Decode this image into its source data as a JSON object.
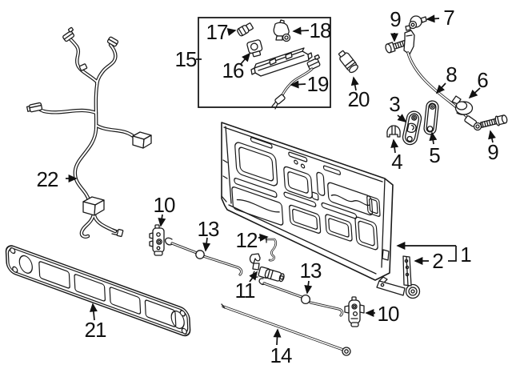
{
  "canvas": {
    "background": "#ffffff",
    "line_color": "#1a1a1a",
    "text_color": "#111111"
  },
  "callouts": {
    "c1": "1",
    "c2": "2",
    "c3": "3",
    "c4": "4",
    "c5": "5",
    "c6": "6",
    "c7": "7",
    "c8": "8",
    "c9_top": "9",
    "c9_right": "9",
    "c10_left": "10",
    "c10_right": "10",
    "c11": "11",
    "c12": "12",
    "c13_left": "13",
    "c13_right": "13",
    "c14": "14",
    "c15": "15",
    "c16": "16",
    "c17": "17",
    "c18": "18",
    "c19": "19",
    "c20": "20",
    "c21": "21",
    "c22": "22"
  },
  "parts": {
    "1": "tailgate-inner-panel",
    "2": "hinge-bracket",
    "3": "striker-plate",
    "4": "retainer-clip",
    "5": "check-link",
    "6": "rubber-bumper",
    "7": "push-nut",
    "8": "support-cable",
    "9": "hex-bolt",
    "10": "latch-assembly",
    "11": "lock-actuator",
    "12": "lock-rod",
    "13": "release-rod",
    "14": "long-latch-rod",
    "15": "handle-hardware-kit",
    "16": "camera-bezel",
    "17": "retainer-clip-small",
    "18": "rear-camera",
    "19": "release-cable",
    "20": "sensor",
    "21": "tailgate-trim-panel",
    "22": "wiring-harness"
  }
}
